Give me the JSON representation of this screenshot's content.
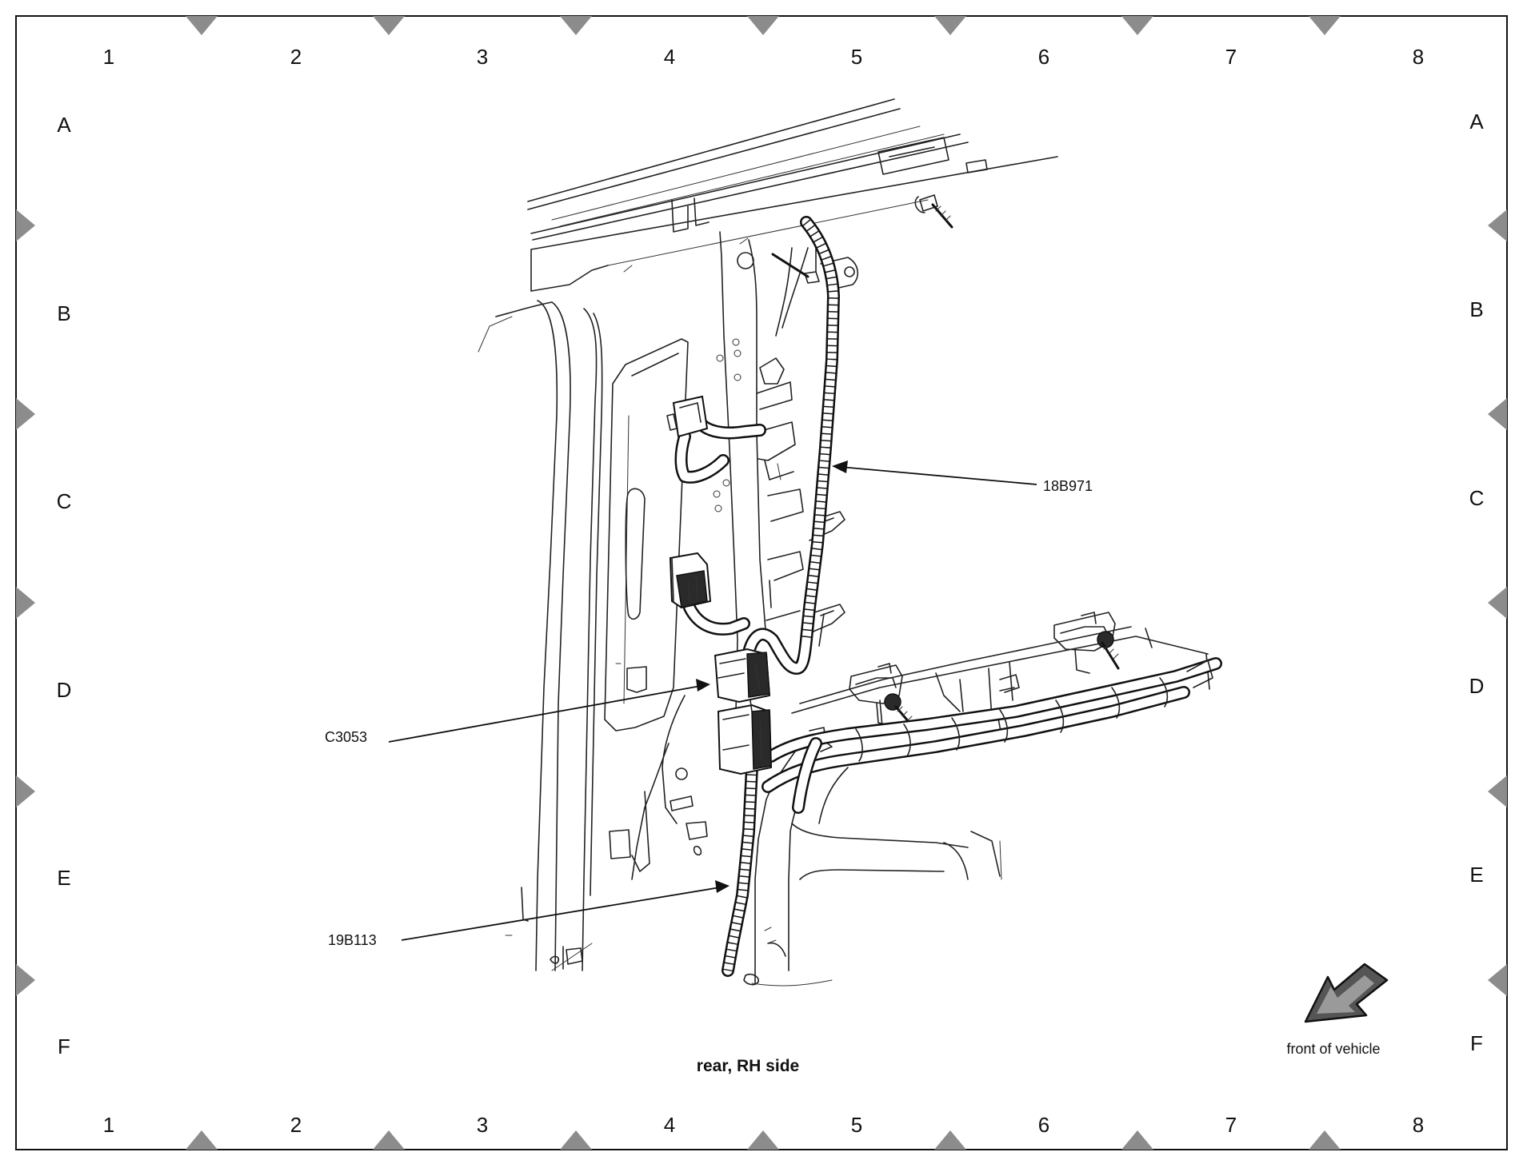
{
  "grid": {
    "columns": [
      "1",
      "2",
      "3",
      "4",
      "5",
      "6",
      "7",
      "8"
    ],
    "rows": [
      "A",
      "B",
      "C",
      "D",
      "E",
      "F"
    ]
  },
  "callouts": {
    "harness_upper": "18B971",
    "connector": "C3053",
    "harness_lower": "19B113"
  },
  "caption": "rear, RH side",
  "orientation_note": "front of vehicle",
  "colors": {
    "ink": "#111111",
    "marker": "#8c8c8c",
    "paper": "#ffffff"
  }
}
